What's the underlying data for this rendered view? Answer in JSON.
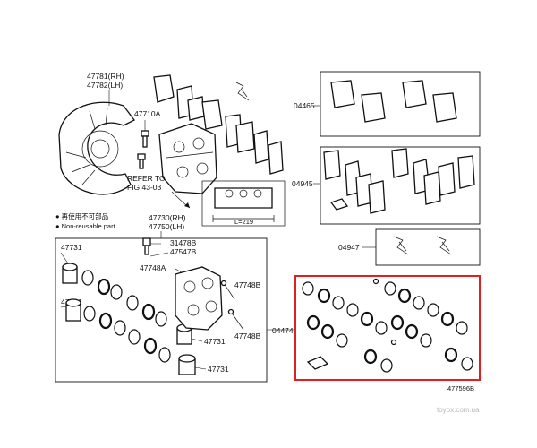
{
  "labels": {
    "shield_rh": "47781(RH)",
    "shield_lh": "47782(LH)",
    "bolt": "47710A",
    "refer_to": "REFER TO",
    "fig": "FIG 43-03",
    "dimension": "L=219",
    "caliper_rh": "47730(RH)",
    "caliper_lh": "47750(LH)",
    "bleeder": "31478B",
    "bleeder_cap": "47547B",
    "caliper_body": "47748A",
    "pin_upper": "47748B",
    "pin_lower": "47748B",
    "piston_a": "47731",
    "piston_b": "47731",
    "piston_c": "47731",
    "piston_d": "47731",
    "pads_kit": "04465",
    "shim_kit": "04945",
    "clip_kit": "04947",
    "repair_kit": "04474",
    "figure_number": "477596B",
    "watermark": "toyox.com.ua"
  },
  "legend": {
    "nonreusable_jp": "● 再使用不可部品",
    "nonreusable_en": "● Non-reusable part"
  },
  "colors": {
    "ink": "#111111",
    "highlight": "#e02020",
    "watermark": "#b8b8b8"
  }
}
